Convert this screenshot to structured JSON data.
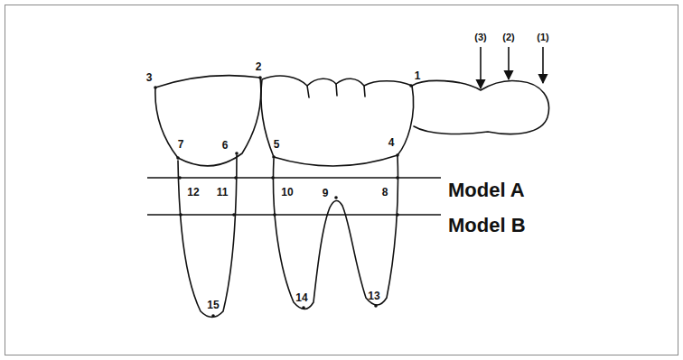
{
  "diagram": {
    "labels": [
      "(3)",
      "(2)",
      "(1)",
      "3",
      "2",
      "1",
      "7",
      "6",
      "5",
      "4",
      "12",
      "11",
      "10",
      "9",
      "8",
      "Model A",
      "Model B",
      "15",
      "14",
      "13"
    ]
  }
}
